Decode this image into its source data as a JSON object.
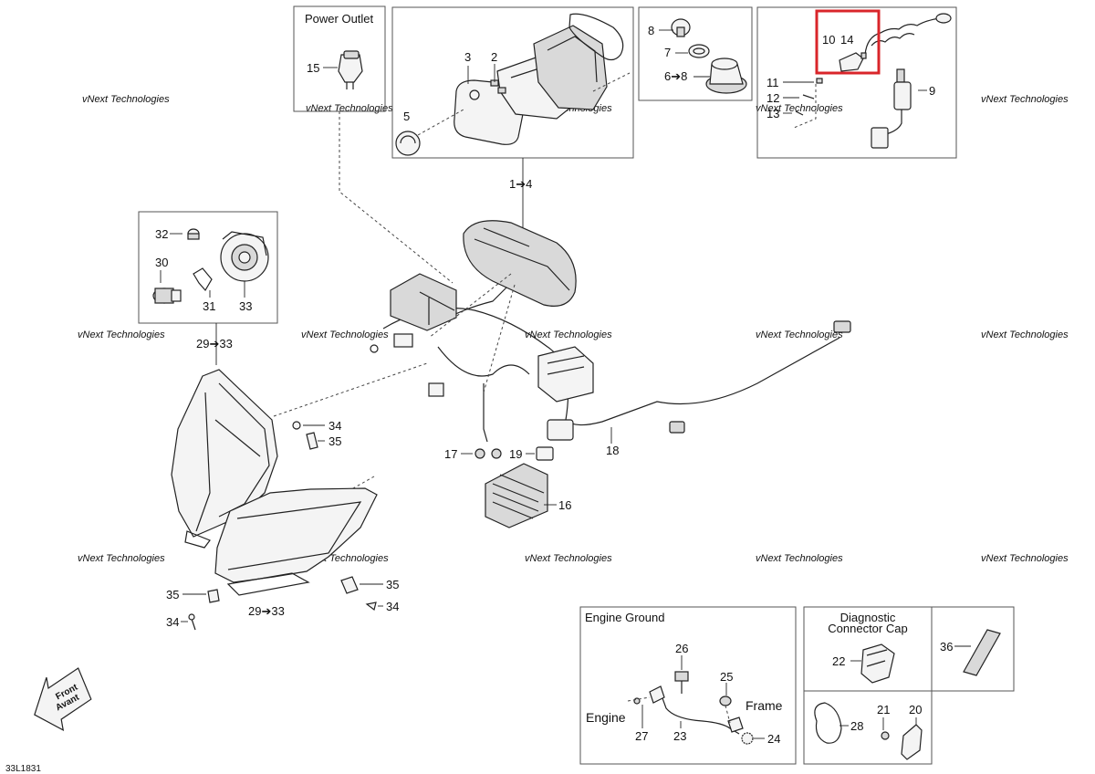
{
  "diagram_id": "33L1831",
  "watermark": "vNext Technologies",
  "highlight_color": "#d9252a",
  "boxes": {
    "power_outlet": {
      "title": "Power Outlet"
    },
    "engine_ground": {
      "title": "Engine Ground",
      "engine": "Engine",
      "frame": "Frame"
    },
    "diagnostic": {
      "title_line1": "Diagnostic",
      "title_line2": "Connector Cap"
    }
  },
  "front_arrow": {
    "line1": "Front",
    "line2": "Avant"
  },
  "callouts": {
    "c15": "15",
    "c3": "3",
    "c2": "2",
    "c5": "5",
    "c1_4": "1➔4",
    "c8a": "8",
    "c7": "7",
    "c6_8": "6➔8",
    "c10": "10",
    "c14": "14",
    "c11": "11",
    "c12": "12",
    "c13": "13",
    "c9": "9",
    "c32": "32",
    "c30": "30",
    "c31": "31",
    "c33": "33",
    "c29_33a": "29➔33",
    "c34a": "34",
    "c35a": "35",
    "c17": "17",
    "c19": "19",
    "c18": "18",
    "c16": "16",
    "c35b": "35",
    "c34b": "34",
    "c35c": "35",
    "c34c": "34",
    "c29_33b": "29➔33",
    "c26": "26",
    "c25": "25",
    "c27": "27",
    "c23": "23",
    "c24": "24",
    "c22": "22",
    "c36": "36",
    "c28": "28",
    "c21": "21",
    "c20": "20"
  }
}
